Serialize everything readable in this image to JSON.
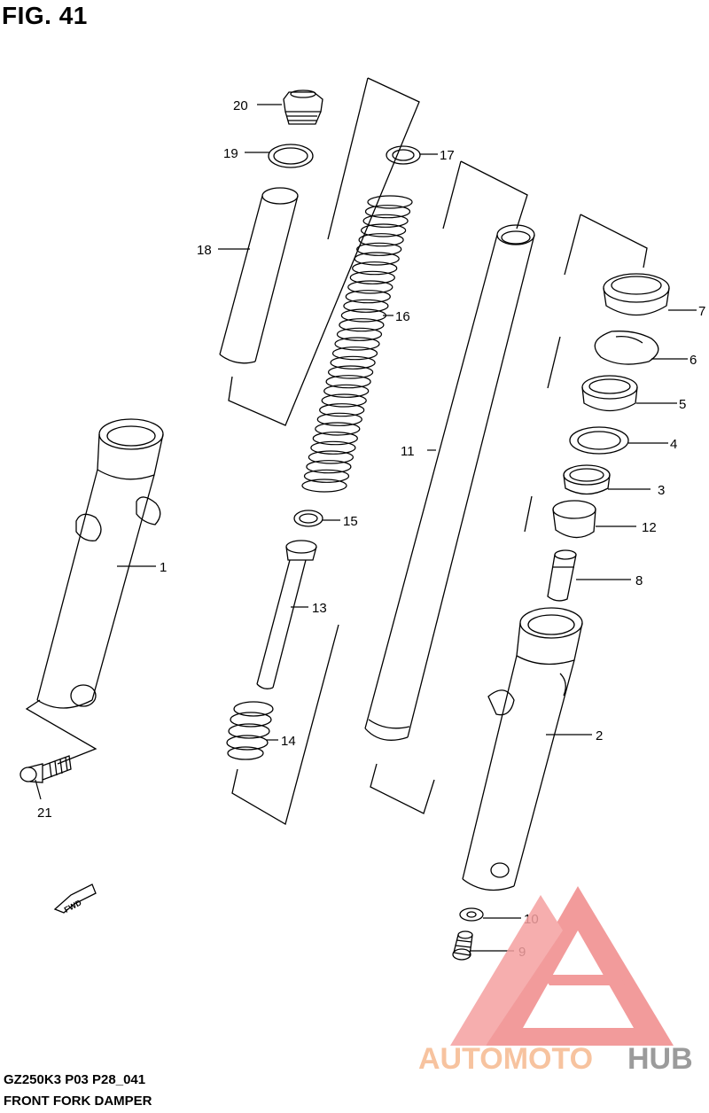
{
  "figure": {
    "title": "FIG. 41",
    "model_code": "GZ250K3 P03 P28_041",
    "section_name": "FRONT FORK  DAMPER"
  },
  "direction_badge": "FWD",
  "watermark": {
    "word_part1": "AUTOMOTO",
    "word_part2": "HUB",
    "colors": {
      "logo": "#f08a8a",
      "text_light": "#f6b98f",
      "text_dark": "#8a8a8a"
    }
  },
  "callouts": [
    {
      "id": "c1",
      "label": "1"
    },
    {
      "id": "c2",
      "label": "2"
    },
    {
      "id": "c3",
      "label": "3"
    },
    {
      "id": "c4",
      "label": "4"
    },
    {
      "id": "c5",
      "label": "5"
    },
    {
      "id": "c6",
      "label": "6"
    },
    {
      "id": "c7",
      "label": "7"
    },
    {
      "id": "c8",
      "label": "8"
    },
    {
      "id": "c9",
      "label": "9"
    },
    {
      "id": "c10",
      "label": "10"
    },
    {
      "id": "c11",
      "label": "11"
    },
    {
      "id": "c12",
      "label": "12"
    },
    {
      "id": "c13",
      "label": "13"
    },
    {
      "id": "c14",
      "label": "14"
    },
    {
      "id": "c15",
      "label": "15"
    },
    {
      "id": "c16",
      "label": "16"
    },
    {
      "id": "c17",
      "label": "17"
    },
    {
      "id": "c18",
      "label": "18"
    },
    {
      "id": "c19",
      "label": "19"
    },
    {
      "id": "c20",
      "label": "20"
    },
    {
      "id": "c21",
      "label": "21"
    }
  ]
}
